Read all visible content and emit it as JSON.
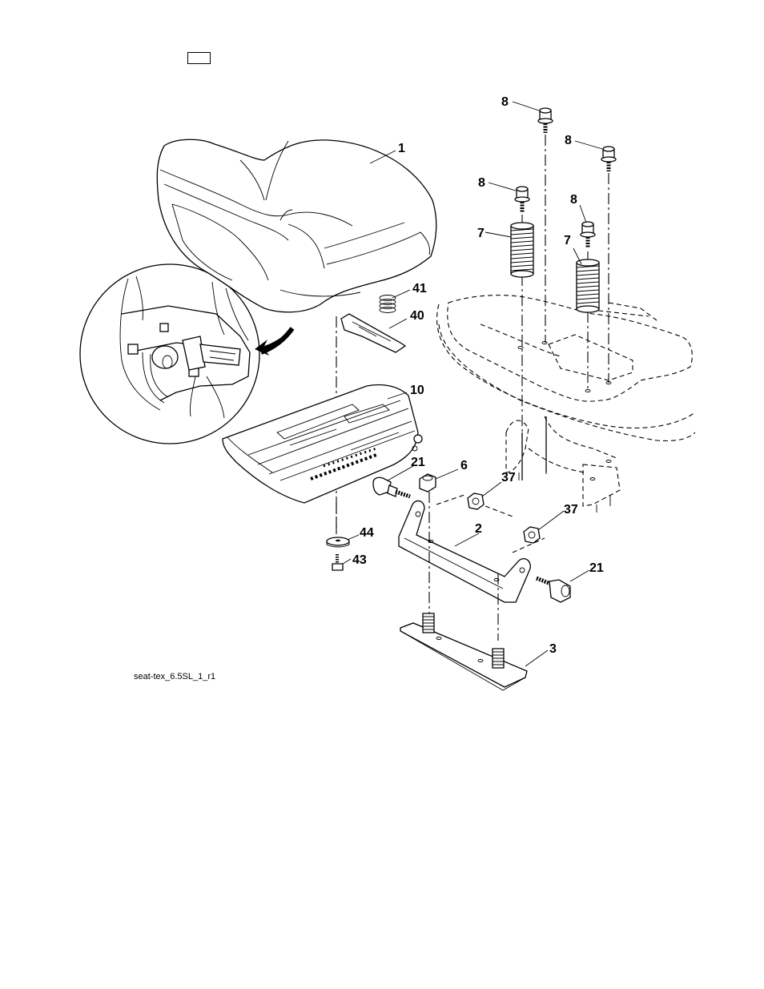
{
  "diagram": {
    "callouts": [
      {
        "id": "c1",
        "text": "1"
      },
      {
        "id": "c2",
        "text": "2"
      },
      {
        "id": "c3",
        "text": "3"
      },
      {
        "id": "c6",
        "text": "6"
      },
      {
        "id": "c7a",
        "text": "7"
      },
      {
        "id": "c7b",
        "text": "7"
      },
      {
        "id": "c8a",
        "text": "8"
      },
      {
        "id": "c8b",
        "text": "8"
      },
      {
        "id": "c8c",
        "text": "8"
      },
      {
        "id": "c8d",
        "text": "8"
      },
      {
        "id": "c10",
        "text": "10"
      },
      {
        "id": "c21a",
        "text": "21"
      },
      {
        "id": "c21b",
        "text": "21"
      },
      {
        "id": "c37a",
        "text": "37"
      },
      {
        "id": "c37b",
        "text": "37"
      },
      {
        "id": "c40",
        "text": "40"
      },
      {
        "id": "c41",
        "text": "41"
      },
      {
        "id": "c43",
        "text": "43"
      },
      {
        "id": "c44",
        "text": "44"
      }
    ],
    "drawing_code": "seat-tex_6.5SL_1_r1"
  }
}
